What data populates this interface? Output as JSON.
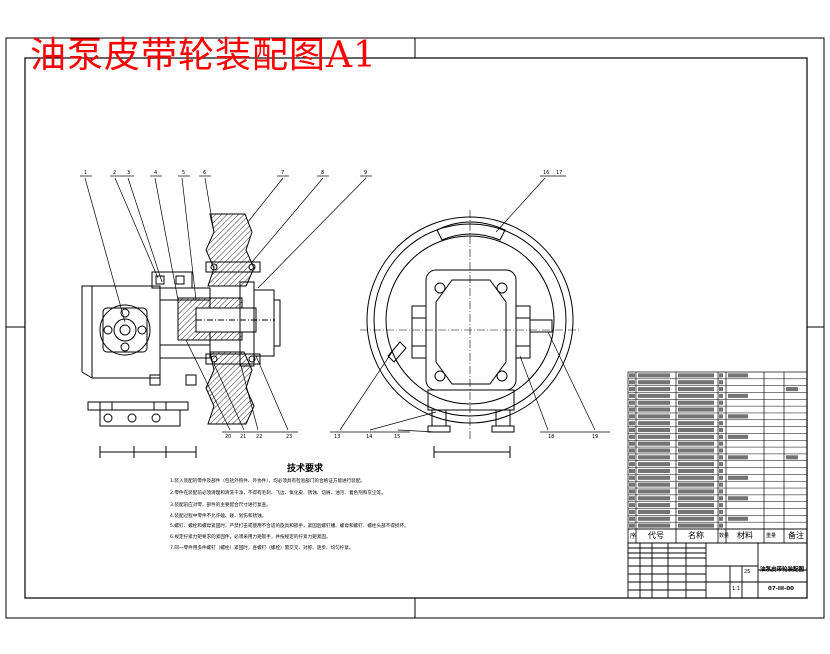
{
  "drawing": {
    "title": "油泵皮带轮装配图A1",
    "tech_title": "技术要求",
    "notes": [
      "1.装入装配的零件及部件（包括外购件、外协件），均必须具有检验部门的合格证方能进行装配。",
      "2.零件在装配前必须清理和清洗干净，不得有毛刺、飞边、氧化皮、锈蚀、切屑、油污、着色剂和灰尘等。",
      "3.装配前应对零、部件的主要配合尺寸进行复查。",
      "4.装配过程中零件不允许磕、碰、划伤和锈蚀。",
      "5.螺钉、螺栓和螺母紧固时，严禁打击或使用不合适的旋具和扳手，紧固后螺钉槽、螺母和螺钉、螺栓头部不得损坏。",
      "6.规定拧紧力矩要求的紧固件，必须采用力矩扳手，并按规定的拧紧力矩紧固。",
      "7.同一零件用多件螺钉（螺栓）紧固时，各螺钉（螺栓）需交叉、对称、逐步、均匀拧紧。"
    ],
    "leaders_left": [
      "1",
      "2",
      "3",
      "4",
      "5",
      "6",
      "7",
      "8",
      "9"
    ],
    "leaders_left_bottom": [
      "20",
      "21",
      "22",
      "23"
    ],
    "leaders_right_top": [
      "16",
      "17"
    ],
    "leaders_right_bottom": [
      "13",
      "14",
      "15",
      "18",
      "19"
    ],
    "header_row": {
      "seq": "序",
      "code": "代号",
      "name": "名称",
      "qty": "数量",
      "material": "材料",
      "weight": "重量",
      "note": "备注"
    },
    "title_block": {
      "drawing_name": "油泵皮带轮装配图",
      "drawing_no": "07-III-00",
      "scale": "1:1",
      "sheets": "25"
    }
  }
}
